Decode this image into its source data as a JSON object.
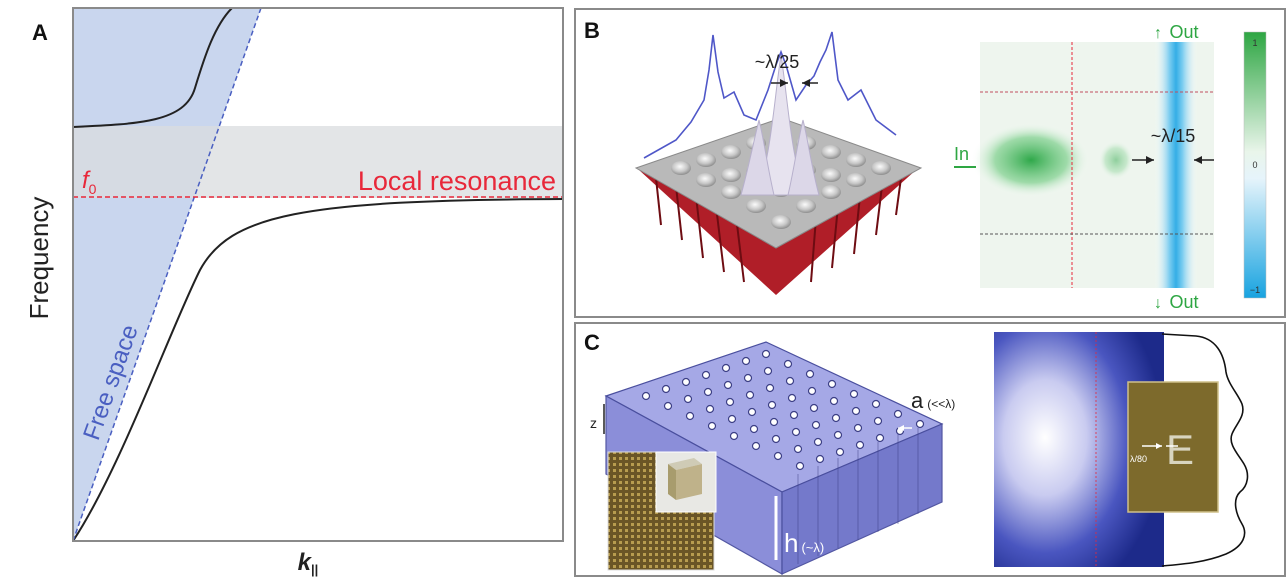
{
  "panelA": {
    "letter": "A",
    "y_axis_label": "Frequency",
    "x_axis_label": "k",
    "x_axis_sub": "||",
    "f0_label": "f",
    "f0_sub": "0",
    "resonance_label": "Local resonance",
    "free_space_label": "Free space",
    "colors": {
      "free_space": "#4a5fc1",
      "resonance": "#e8283a",
      "band": "#d9dcdf",
      "cone": "#c9d6ee",
      "curve": "#222222"
    }
  },
  "panelB": {
    "letter": "B",
    "spot_label": "~λ/25",
    "width_label": "~λ/15",
    "in_label": "In",
    "out_top_label": "Out",
    "out_bottom_label": "Out",
    "colorbar_ticks": [
      "1",
      "0",
      "−1"
    ],
    "colors": {
      "positive": "#33b34a",
      "negative": "#29a7e0",
      "guide": "#e8283a"
    }
  },
  "panelC": {
    "letter": "C",
    "pitch_label": "a",
    "pitch_note": "(<<λ)",
    "height_label": "h",
    "height_note": "(~λ)",
    "z_label": "z",
    "scale_label": "λ/80",
    "colors": {
      "block": "#7378cf",
      "gold": "#8a7431"
    }
  }
}
